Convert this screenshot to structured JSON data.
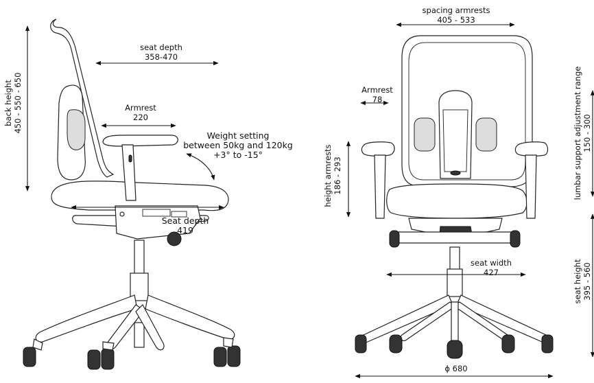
{
  "labels": {
    "back_height": {
      "title": "back height",
      "value": "450 - 550 - 650"
    },
    "seat_depth_top": {
      "title": "seat depth",
      "value": "358-470"
    },
    "armrest_side": {
      "title": "Armrest",
      "value": "220"
    },
    "weight_setting": {
      "line1": "Weight setting",
      "line2": "between 50kg and 120kg",
      "line3": "+3° to -15°"
    },
    "seat_depth_bottom": {
      "title": "Seat depth",
      "value": "419"
    },
    "spacing_armrests": {
      "title": "spacing armrests",
      "value": "405 - 533"
    },
    "armrest_front": {
      "title": "Armrest",
      "value": "78"
    },
    "height_armrests": {
      "title": "height armrests",
      "value": "186 - 293"
    },
    "lumbar_support": {
      "title": "lumbar support adjustment range",
      "value": "150 - 300"
    },
    "seat_height": {
      "title": "seat height",
      "value": "395 - 560"
    },
    "seat_width": {
      "title": "seat width",
      "value": "427"
    },
    "base_diameter": {
      "value": "ϕ 680"
    }
  },
  "colors": {
    "line": "#222222",
    "background": "#ffffff"
  }
}
